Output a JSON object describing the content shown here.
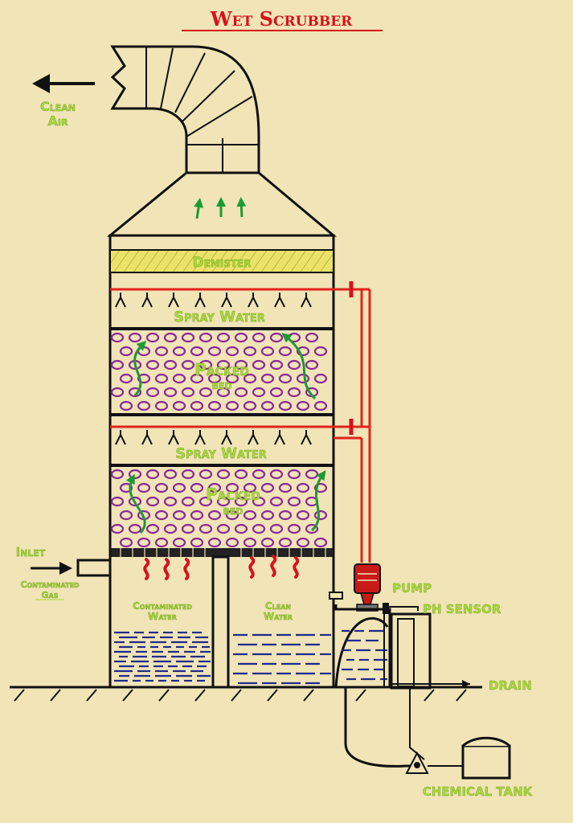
{
  "title": "Wet Scrubber",
  "labels": {
    "clean_air_line1": "Clean",
    "clean_air_line2": "Air",
    "demister": "Demister",
    "spray_water_top": "Spray Water",
    "packed_bed_top_line1": "Packed",
    "packed_bed_top_line2": "bed",
    "spray_water_bottom": "Spray Water",
    "packed_bed_bottom_line1": "Packed",
    "packed_bed_bottom_line2": "bed",
    "inlet": "Inlet",
    "contaminated_gas_line1": "Contaminated",
    "contaminated_gas_line2": "Gas",
    "contaminated_water_line1": "Contaminated",
    "contaminated_water_line2": "Water",
    "clean_water_line1": "Clean",
    "clean_water_line2": "Water",
    "pump": "PUMP",
    "ph_sensor": "PH SENSOR",
    "drain": "DRAIN",
    "chemical_tank": "CHEMICAL TANK"
  },
  "colors": {
    "background": "#f1e4b7",
    "label_green": "#a8d83c",
    "title_red": "#d8121a",
    "pipe_red": "#e0251c",
    "packing_purple": "#8a2a9a",
    "arrow_green": "#1c9a34",
    "water_blue": "#1f2a8c",
    "demister_yellow": "#e8e060"
  }
}
